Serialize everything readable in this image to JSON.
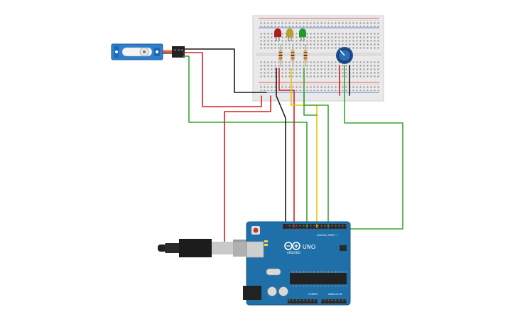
{
  "circuit": {
    "arduino": {
      "brand": "ARDUINO",
      "model": "UNO",
      "digital_header_label": "DIGITAL (PWM~)",
      "power_header_label": "POWER",
      "analog_header_label": "ANALOG IN",
      "board_color": "#1f6fa8"
    },
    "breadboard": {
      "color": "#e8e8e8",
      "rail_red": "#d9352b",
      "rail_blue": "#2c62c9"
    },
    "leds": [
      {
        "name": "red-led",
        "color": "#b01c1c"
      },
      {
        "name": "yellow-led",
        "color": "#b8a12a"
      },
      {
        "name": "green-led",
        "color": "#1f9a2c"
      }
    ],
    "servo": {
      "body_color": "#2d7fd1"
    },
    "potentiometer": {
      "color": "#1d4d8a"
    },
    "wire_colors": {
      "red": "#d32020",
      "black": "#1a1a1a",
      "green": "#3aa535",
      "yellow": "#e8c20a"
    }
  }
}
